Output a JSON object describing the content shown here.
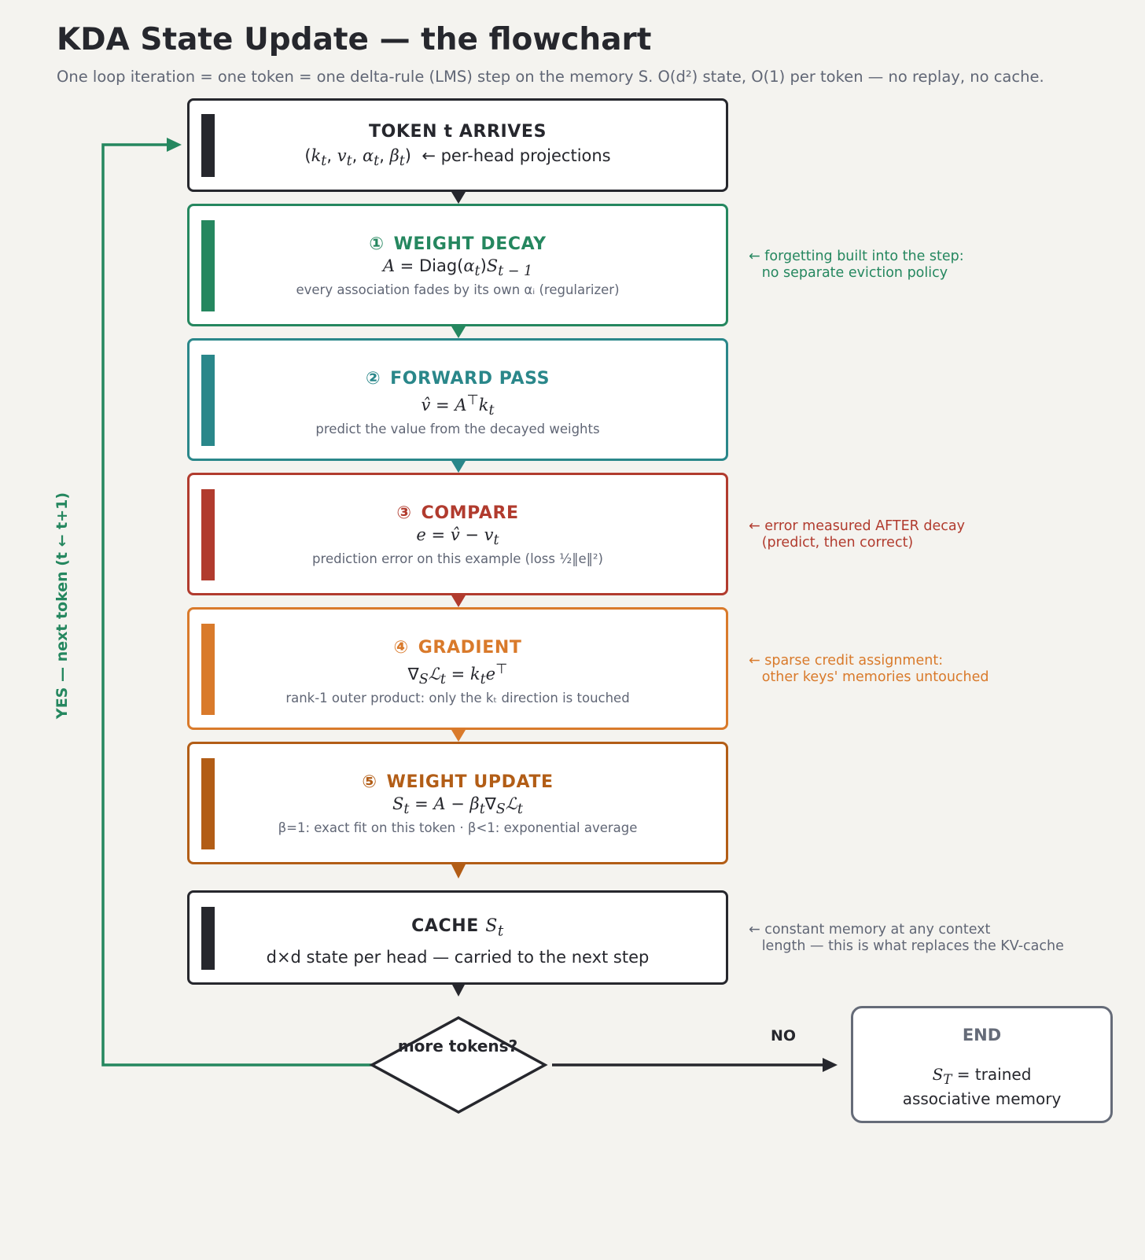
{
  "title": "KDA State Update — the flowchart",
  "subtitle": "One loop iteration = one token = one delta-rule (LMS) step on the memory S.   O(d²) state, O(1) per token — no replay, no cache.",
  "colors": {
    "dark": "#26272d",
    "green": "#25875f",
    "teal": "#2a878a",
    "red": "#b13b2e",
    "orange": "#d97a2b",
    "brown": "#b25d16",
    "gray": "#656b78",
    "background": "#f4f3ef"
  },
  "steps": {
    "arrive": {
      "head": "TOKEN t ARRIVES",
      "formula_rest": "← per-head projections"
    },
    "decay": {
      "num": "①",
      "head": "WEIGHT DECAY",
      "note": "every association fades by its own αᵢ  (regularizer)",
      "side": "← forgetting built into the step:\n   no separate eviction policy"
    },
    "forward": {
      "num": "②",
      "head": "FORWARD PASS",
      "note": "predict the value from the decayed weights"
    },
    "compare": {
      "num": "③",
      "head": "COMPARE",
      "note": "prediction error on this example   (loss ½‖e‖²)",
      "side": "← error measured AFTER decay\n   (predict, then correct)"
    },
    "gradient": {
      "num": "④",
      "head": "GRADIENT",
      "note": "rank-1 outer product: only the kₜ direction is touched",
      "side": "← sparse credit assignment:\n   other keys' memories untouched"
    },
    "update": {
      "num": "⑤",
      "head": "WEIGHT UPDATE",
      "note": "β=1: exact fit on this token   ·   β<1: exponential average"
    },
    "cache": {
      "head": "CACHE",
      "text": "d×d state per head — carried to the next step",
      "side": "← constant memory at any context\n   length — this is what replaces the KV-cache"
    }
  },
  "loop": {
    "yes_label": "YES — next token  (t ← t+1)",
    "decision": "more tokens?",
    "no_label": "NO"
  },
  "end": {
    "title": "END",
    "text_rest": "= trained",
    "text_line2": "associative memory"
  }
}
